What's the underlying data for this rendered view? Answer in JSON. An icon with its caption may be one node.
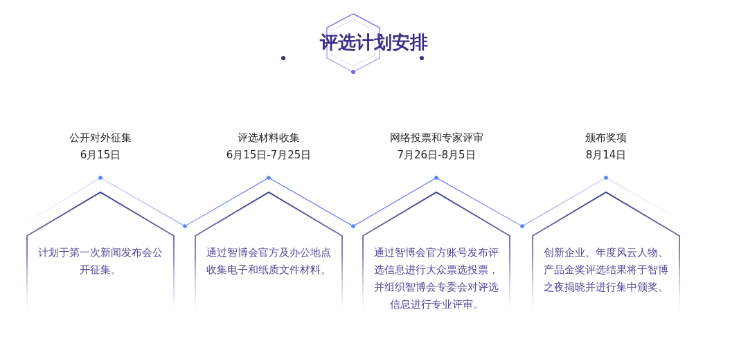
{
  "diagram": {
    "title": "评选计划安排",
    "nodes": [
      {
        "text": [
          "公开对外征集",
          "6月15日",
          "计划于第一次新闻发布会公开征集。"
        ]
      },
      {
        "text": [
          "评选材料收集",
          "6月15日-7月25日",
          "通过智博会官方及办公地点收集电子和纸质文件材料。"
        ]
      },
      {
        "text": [
          "网络投票和专家评审",
          "7月26日-8月5日",
          "通过智博会官方账号发布评选信息进行大众票选投票，并组织智博会专委会对评选信息进行专业评审。"
        ]
      },
      {
        "text": [
          "颁布奖项",
          "8月14日",
          "创新企业、年度风云人物、产品金奖评选结果将于智博之夜揭晓并进行集中颁奖。"
        ]
      }
    ]
  }
}
